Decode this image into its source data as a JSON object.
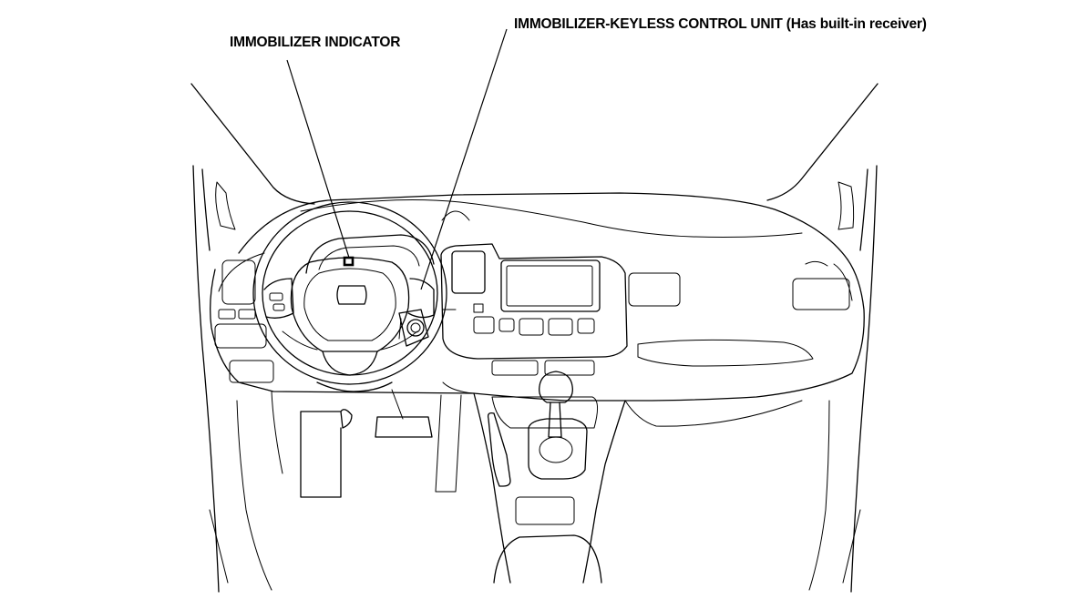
{
  "figure": {
    "callouts": [
      {
        "id": "immobilizer-indicator",
        "label": "IMMOBILIZER INDICATOR"
      },
      {
        "id": "immobilizer-keyless-control-unit",
        "label": "IMMOBILIZER-KEYLESS CONTROL UNIT (Has built-in receiver)"
      }
    ]
  },
  "colors": {
    "line": "#000000",
    "background": "#ffffff"
  }
}
